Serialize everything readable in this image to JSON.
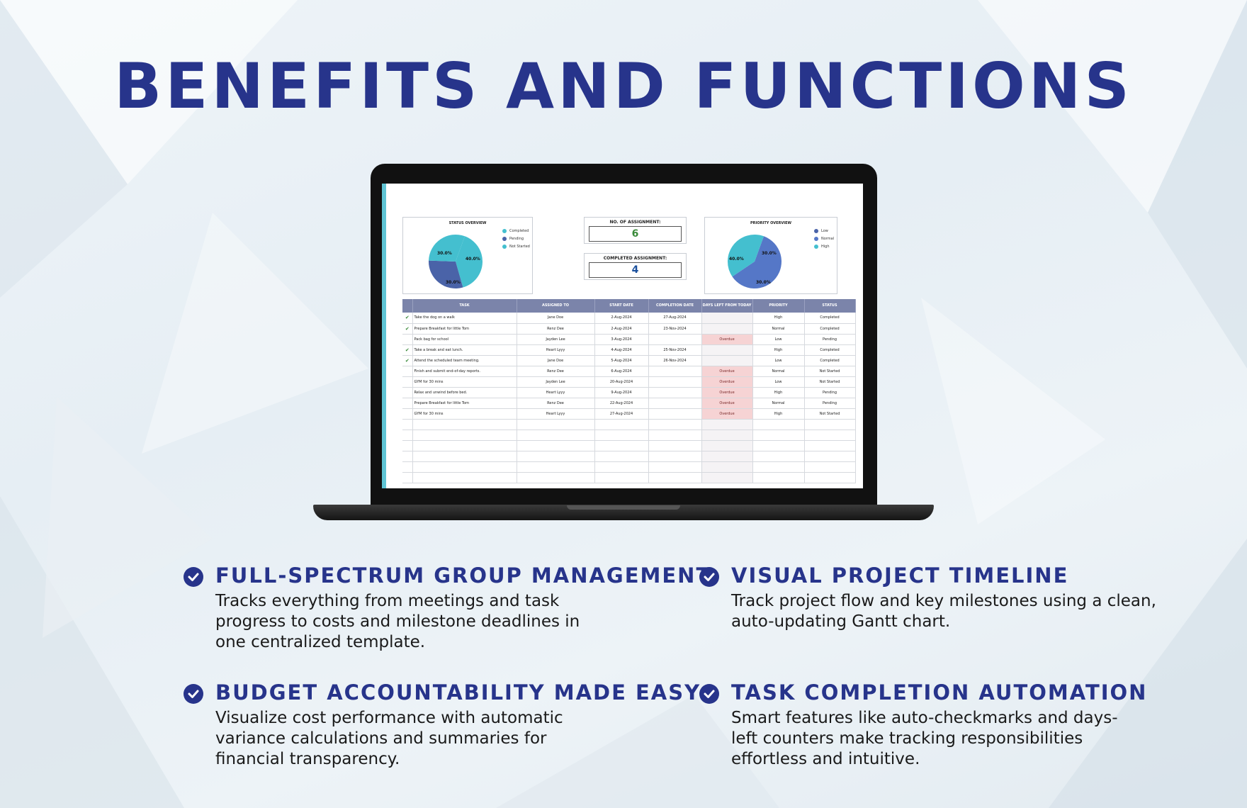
{
  "page": {
    "title": "BENEFITS AND FUNCTIONS"
  },
  "colors": {
    "brand": "#27348b",
    "pie_teal": "#44bfcf",
    "pie_blue": "#5577c7",
    "pie_navy": "#4a63a8",
    "header": "#7b84aa",
    "overdue": "#f6d3d4",
    "kpi_green": "#3a8a3a",
    "kpi_blue": "#1a4f9c"
  },
  "dashboard": {
    "status_overview": {
      "title": "STATUS OVERVIEW",
      "legend": [
        "Completed",
        "Pending",
        "Not Started"
      ],
      "labels": [
        "30.0%",
        "40.0%",
        "30.0%"
      ],
      "slices": [
        {
          "name": "Completed",
          "value": 40,
          "color": "#44bfcf"
        },
        {
          "name": "Pending",
          "value": 30,
          "color": "#4a63a8"
        },
        {
          "name": "Not Started",
          "value": 30,
          "color": "#44bfcf"
        }
      ]
    },
    "kpis": {
      "assignments_label": "NO. OF ASSIGNMENT:",
      "assignments_value": "6",
      "completed_label": "COMPLETED ASSIGNMENT:",
      "completed_value": "4"
    },
    "priority_overview": {
      "title": "PRIORITY OVERVIEW",
      "legend": [
        "Low",
        "Normal",
        "High"
      ],
      "labels": [
        "30.0%",
        "40.0%",
        "30.0%"
      ],
      "slices": [
        {
          "name": "Normal",
          "value": 60,
          "color": "#5577c7"
        },
        {
          "name": "High",
          "value": 40,
          "color": "#44bfcf"
        }
      ]
    },
    "table": {
      "headers": [
        "",
        "TASK",
        "ASSIGNED TO",
        "START DATE",
        "COMPLETION DATE",
        "DAYS LEFT FROM TODAY",
        "PRIORITY",
        "STATUS"
      ],
      "rows": [
        {
          "check": "✔",
          "task": "Take the dog on a walk",
          "assigned": "Jane Doe",
          "start": "2-Aug-2024",
          "completion": "27-Aug-2024",
          "days": "",
          "priority": "High",
          "status": "Completed"
        },
        {
          "check": "✔",
          "task": "Prepare Breakfast for little Tom",
          "assigned": "Renz Dee",
          "start": "2-Aug-2024",
          "completion": "23-Nov-2024",
          "days": "",
          "priority": "Normal",
          "status": "Completed"
        },
        {
          "check": "",
          "task": "Pack bag for school",
          "assigned": "Jayden Lee",
          "start": "3-Aug-2024",
          "completion": "",
          "days": "Overdue",
          "priority": "Low",
          "status": "Pending"
        },
        {
          "check": "✔",
          "task": "Take a break and eat lunch.",
          "assigned": "Heart Lyyy",
          "start": "4-Aug-2024",
          "completion": "25-Nov-2024",
          "days": "",
          "priority": "High",
          "status": "Completed"
        },
        {
          "check": "✔",
          "task": "Attend the scheduled team meeting.",
          "assigned": "Jane Doe",
          "start": "5-Aug-2024",
          "completion": "26-Nov-2024",
          "days": "",
          "priority": "Low",
          "status": "Completed"
        },
        {
          "check": "",
          "task": "Finish and submit end-of-day reports.",
          "assigned": "Renz Dee",
          "start": "6-Aug-2024",
          "completion": "",
          "days": "Overdue",
          "priority": "Normal",
          "status": "Not Started"
        },
        {
          "check": "",
          "task": "GYM for 30 mins",
          "assigned": "Jayden Lee",
          "start": "20-Aug-2024",
          "completion": "",
          "days": "Overdue",
          "priority": "Low",
          "status": "Not Started"
        },
        {
          "check": "",
          "task": "Relax and unwind before bed.",
          "assigned": "Heart Lyyy",
          "start": "9-Aug-2024",
          "completion": "",
          "days": "Overdue",
          "priority": "High",
          "status": "Pending"
        },
        {
          "check": "",
          "task": "Prepare Breakfast for little Tom",
          "assigned": "Renz Dee",
          "start": "22-Aug-2024",
          "completion": "",
          "days": "Overdue",
          "priority": "Normal",
          "status": "Pending"
        },
        {
          "check": "",
          "task": "GYM for 30 mins",
          "assigned": "Heart Lyyy",
          "start": "27-Aug-2024",
          "completion": "",
          "days": "Overdue",
          "priority": "High",
          "status": "Not Started"
        }
      ]
    }
  },
  "features": [
    {
      "title": "FULL-SPECTRUM GROUP MANAGEMENT",
      "description": "Tracks everything from meetings and task progress to costs and milestone deadlines in one centralized template.",
      "icon": "check-circle-icon"
    },
    {
      "title": "VISUAL PROJECT TIMELINE",
      "description": "Track project flow and key milestones using a clean, auto-updating Gantt chart.",
      "icon": "check-circle-icon"
    },
    {
      "title": "BUDGET ACCOUNTABILITY MADE EASY",
      "description": "Visualize cost performance with automatic variance calculations and summaries for financial transparency.",
      "icon": "check-circle-icon"
    },
    {
      "title": "TASK COMPLETION AUTOMATION",
      "description": "Smart features like auto-checkmarks and days-left counters make tracking responsibilities effortless and intuitive.",
      "icon": "check-circle-icon"
    }
  ]
}
